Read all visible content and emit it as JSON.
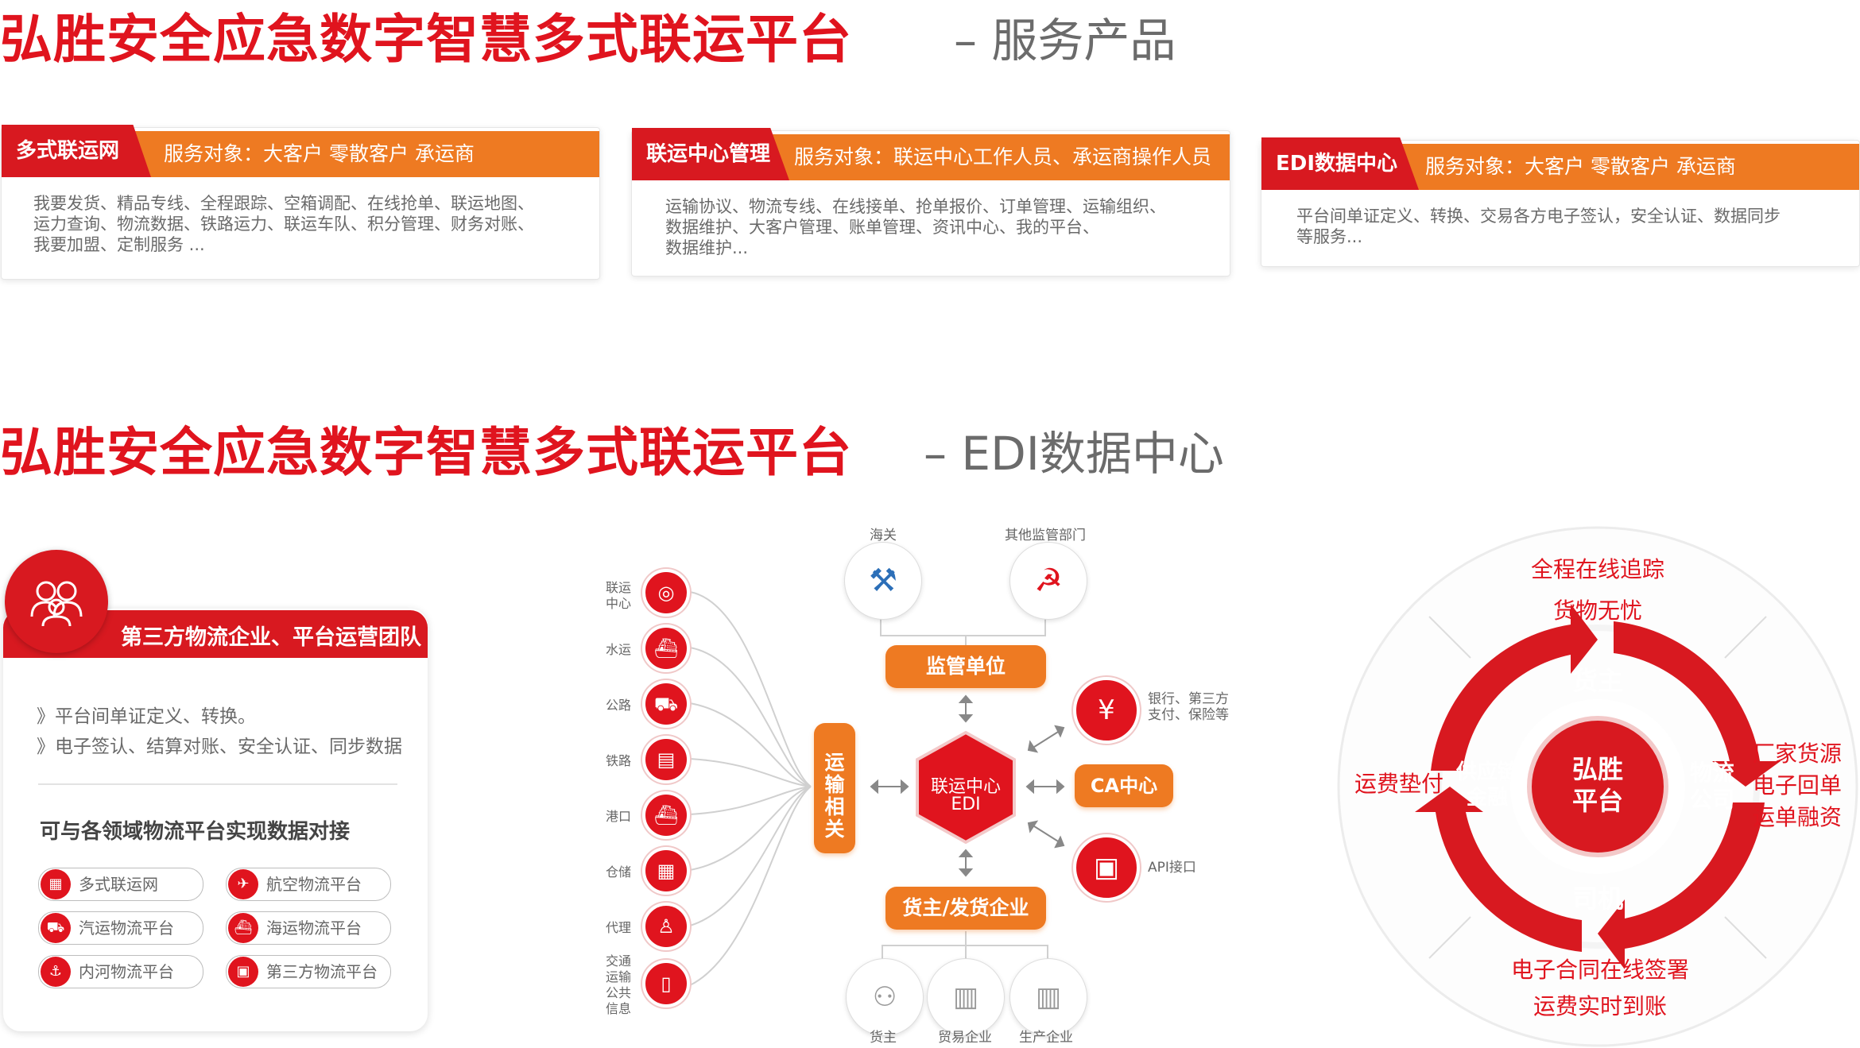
{
  "section1": {
    "title": "弘胜安全应急数字智慧多式联运平台",
    "subtitle": "– 服务产品",
    "cards": [
      {
        "tag": "多式联运网",
        "service": "服务对象：大客户  零散客户   承运商",
        "body": [
          "我要发货、精品专线、全程跟踪、空箱调配、在线抢单、联运地图、",
          "运力查询、物流数据、铁路运力、联运车队、积分管理、财务对账、",
          "我要加盟、定制服务 ..."
        ]
      },
      {
        "tag": "联运中心管理",
        "service": "服务对象：联运中心工作人员、承运商操作人员",
        "body": [
          "运输协议、物流专线、在线接单、抢单报价、订单管理、运输组织、",
          "数据维护、大客户管理、账单管理、资讯中心、我的平台、",
          "数据维护..."
        ]
      },
      {
        "tag": "EDI数据中心",
        "service": "服务对象：大客户  零散客户   承运商",
        "body": [
          "平台间单证定义、转换、交易各方电子签认，安全认证、数据同步",
          "等服务..."
        ]
      }
    ]
  },
  "section2": {
    "title": "弘胜安全应急数字智慧多式联运平台",
    "subtitle": "– EDI数据中心"
  },
  "left_panel": {
    "header": "第三方物流企业、平台运营团队",
    "bullets": [
      "》平台间单证定义、转换。",
      "》电子签认、结算对账、安全认证、同步数据"
    ],
    "subheading": "可与各领域物流平台实现数据对接",
    "pills": [
      {
        "label": "多式联运网",
        "icon": "grid-icon"
      },
      {
        "label": "航空物流平台",
        "icon": "plane-icon"
      },
      {
        "label": "汽运物流平台",
        "icon": "truck-icon"
      },
      {
        "label": "海运物流平台",
        "icon": "ship-icon"
      },
      {
        "label": "内河物流平台",
        "icon": "boat-icon"
      },
      {
        "label": "第三方物流平台",
        "icon": "building-icon"
      }
    ]
  },
  "center_diagram": {
    "left_items": [
      {
        "label": "联运\n中心",
        "icon": "target-icon"
      },
      {
        "label": "水运",
        "icon": "ship-icon"
      },
      {
        "label": "公路",
        "icon": "truck-icon"
      },
      {
        "label": "铁路",
        "icon": "train-icon"
      },
      {
        "label": "港口",
        "icon": "port-icon"
      },
      {
        "label": "仓储",
        "icon": "warehouse-icon"
      },
      {
        "label": "代理",
        "icon": "agent-icon"
      },
      {
        "label": "交通\n运输\n公共\n信息",
        "icon": "document-icon"
      }
    ],
    "transport_label": "运输相关",
    "regulators": [
      {
        "label": "海关",
        "icon": "customs-icon"
      },
      {
        "label": "其他监管部门",
        "icon": "emblem-icon"
      }
    ],
    "supervision_label": "监管单位",
    "center_label_1": "联运中心",
    "center_label_2": "EDI",
    "ca_label": "CA中心",
    "bank_label_1": "银行、第三方",
    "bank_label_2": "支付、保险等",
    "api_label": "API接口",
    "shipper_label": "货主/发货企业",
    "bottom_items": [
      {
        "label": "货主",
        "icon": "people-icon"
      },
      {
        "label": "贸易企业",
        "icon": "factory-icon"
      },
      {
        "label": "生产企业",
        "icon": "factory-icon"
      }
    ]
  },
  "cycle": {
    "top_text_1": "全程在线追踪",
    "top_text_2": "货物无忧",
    "left_text": "运费垫付",
    "right_text": [
      "厂家货源",
      "电子回单",
      "运单融资"
    ],
    "bottom_text_1": "电子合同在线签署",
    "bottom_text_2": "运费实时到账",
    "top_label": "货主",
    "left_label": [
      "供应链",
      "金融"
    ],
    "right_label": [
      "物流",
      "公司"
    ],
    "bottom_label": "司机",
    "center_label": [
      "弘胜",
      "平台"
    ]
  },
  "colors": {
    "red": "#e0141e",
    "orange": "#ee7a22",
    "grey_text": "#6a6a6a"
  }
}
